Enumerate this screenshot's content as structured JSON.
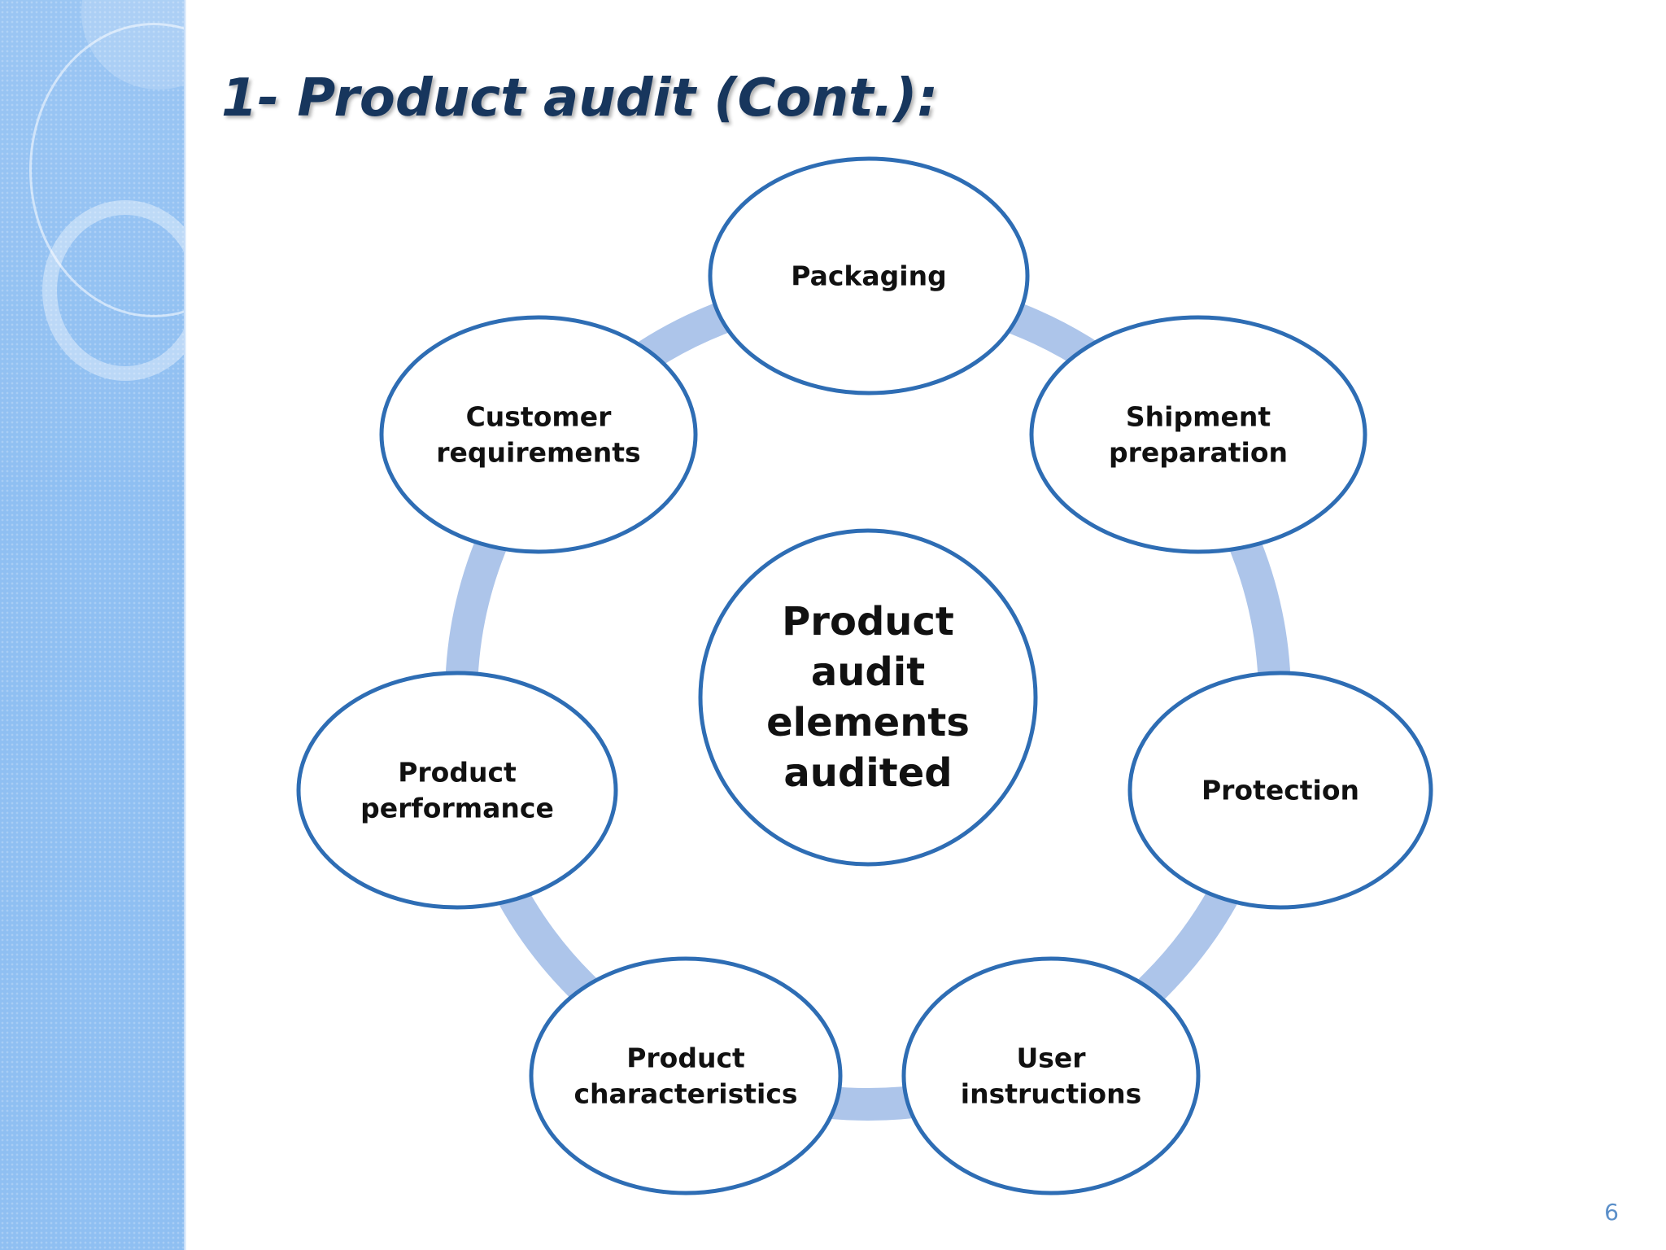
{
  "slide": {
    "title": "1- Product audit (Cont.):",
    "page_number": "6"
  },
  "diagram": {
    "center": [
      "Product",
      "audit",
      "elements",
      "audited"
    ],
    "nodes": [
      {
        "id": "packaging",
        "lines": [
          "Packaging"
        ]
      },
      {
        "id": "shipment-preparation",
        "lines": [
          "Shipment",
          "preparation"
        ]
      },
      {
        "id": "protection",
        "lines": [
          "Protection"
        ]
      },
      {
        "id": "user-instructions",
        "lines": [
          "User",
          "instructions"
        ]
      },
      {
        "id": "product-characteristics",
        "lines": [
          "Product",
          "characteristics"
        ]
      },
      {
        "id": "product-performance",
        "lines": [
          "Product",
          "performance"
        ]
      },
      {
        "id": "customer-requirements",
        "lines": [
          "Customer",
          "requirements"
        ]
      }
    ]
  },
  "colors": {
    "node_border": "#2e6db4",
    "ring": "#adc5ea",
    "title": "#17365d",
    "sidebar": "#8fbff2",
    "page_number": "#5b8fc9"
  }
}
